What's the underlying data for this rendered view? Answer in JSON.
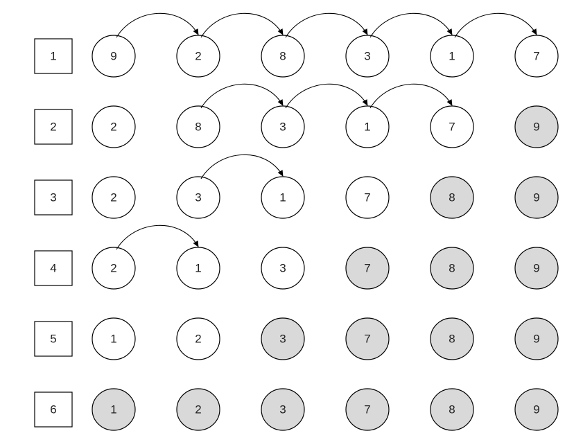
{
  "colors": {
    "unsorted_fill": "#ffffff",
    "sorted_fill": "#d9d9d9",
    "stroke": "#000000"
  },
  "rows": [
    {
      "step": "1",
      "values": [
        "9",
        "2",
        "8",
        "3",
        "1",
        "7"
      ],
      "sorted_count": 0,
      "arrow_count": 5
    },
    {
      "step": "2",
      "values": [
        "2",
        "8",
        "3",
        "1",
        "7",
        "9"
      ],
      "sorted_count": 1,
      "arrow_count": 3,
      "arrow_start": 1
    },
    {
      "step": "3",
      "values": [
        "2",
        "3",
        "1",
        "7",
        "8",
        "9"
      ],
      "sorted_count": 2,
      "arrow_count": 1,
      "arrow_start": 1
    },
    {
      "step": "4",
      "values": [
        "2",
        "1",
        "3",
        "7",
        "8",
        "9"
      ],
      "sorted_count": 3,
      "arrow_count": 1,
      "arrow_start": 0
    },
    {
      "step": "5",
      "values": [
        "1",
        "2",
        "3",
        "7",
        "8",
        "9"
      ],
      "sorted_count": 4,
      "arrow_count": 0
    },
    {
      "step": "6",
      "values": [
        "1",
        "2",
        "3",
        "7",
        "8",
        "9"
      ],
      "sorted_count": 6,
      "arrow_count": 0
    }
  ]
}
